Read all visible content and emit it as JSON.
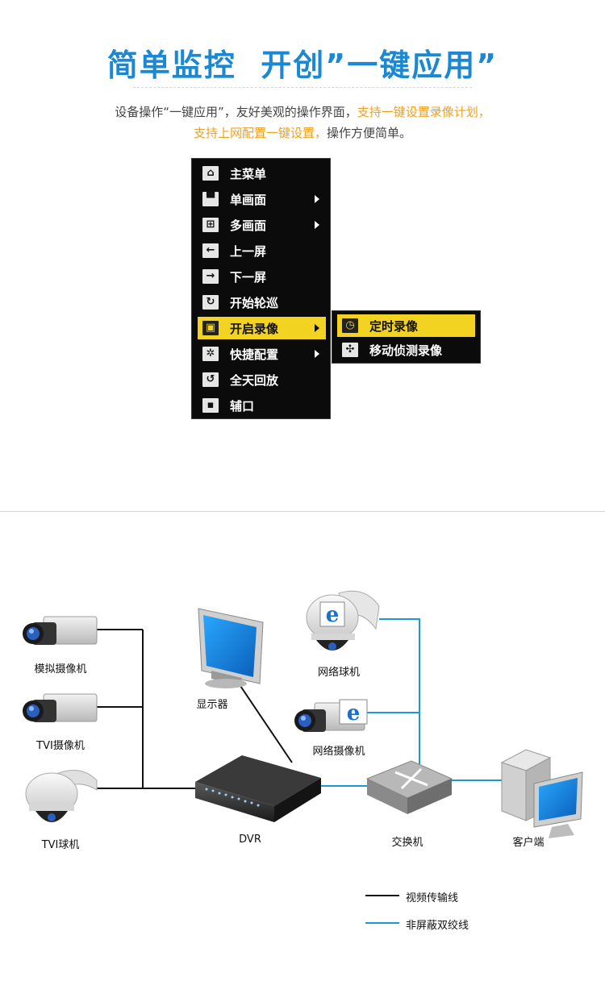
{
  "header": {
    "title": "简单监控  开创”一键应用”",
    "title_color": "#1a88d2"
  },
  "description": {
    "line1_a": "设备操作“一键应用”，友好美观的操作界面，",
    "line1_b": "支持一键设置录像计划，",
    "line2_a": "支持上网配置一键设置，",
    "line2_b": "操作方便简单。",
    "text_color": "#444444",
    "highlight_color": "#f0a020"
  },
  "menu": {
    "items": [
      {
        "label": "主菜单",
        "icon": "home-icon",
        "glyph": "⌂"
      },
      {
        "label": "单画面",
        "icon": "single-screen-icon",
        "glyph": "▀"
      },
      {
        "label": "多画面",
        "icon": "multi-screen-icon",
        "glyph": "⊞"
      },
      {
        "label": "上一屏",
        "icon": "arrow-left-icon",
        "glyph": "←"
      },
      {
        "label": "下一屏",
        "icon": "arrow-right-icon",
        "glyph": "→"
      },
      {
        "label": "开始轮巡",
        "icon": "cycle-icon",
        "glyph": "↻"
      },
      {
        "label": "开启录像",
        "icon": "record-icon",
        "glyph": "▣"
      },
      {
        "label": "快捷配置",
        "icon": "gear-icon",
        "glyph": "✲"
      },
      {
        "label": "全天回放",
        "icon": "playback-icon",
        "glyph": "↺"
      },
      {
        "label": "辅口",
        "icon": "aux-port-icon",
        "glyph": "▪"
      }
    ],
    "submenu": [
      {
        "label": "定时录像",
        "icon": "scheduled-record-icon",
        "glyph": "◷"
      },
      {
        "label": "移动侦测录像",
        "icon": "motion-detect-icon",
        "glyph": "✣"
      }
    ],
    "highlight_color": "#f3d322"
  },
  "diagram": {
    "labels": {
      "analog_camera": "模拟摄像机",
      "tvi_camera": "TVI摄像机",
      "tvi_dome": "TVI球机",
      "monitor": "显示器",
      "dvr": "DVR",
      "network_dome": "网络球机",
      "network_camera": "网络摄像机",
      "switch": "交换机",
      "client": "客户端"
    },
    "legend": {
      "video_line": "视频传输线",
      "utp_line": "非屏蔽双绞线"
    },
    "colors": {
      "video_line": "#111111",
      "utp_line": "#1b9ad6"
    }
  }
}
